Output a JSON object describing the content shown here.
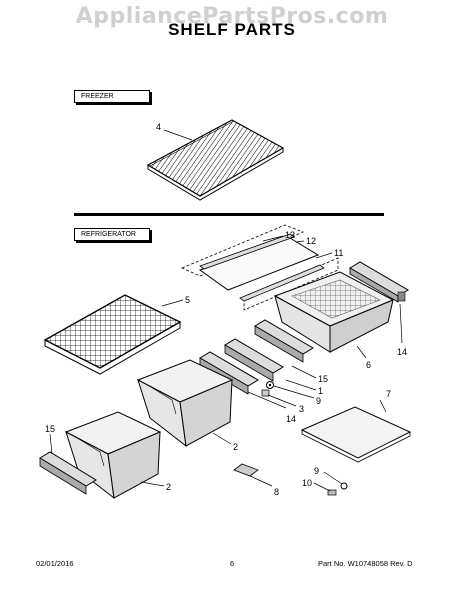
{
  "watermark": "AppliancePartsPros.com",
  "title": "SHELF PARTS",
  "sections": {
    "freezer": "FREEZER",
    "refrigerator": "REFRIGERATOR"
  },
  "callouts": {
    "c4": "4",
    "c13": "13",
    "c12": "12",
    "c11": "11",
    "c5": "5",
    "c15a": "15",
    "c6": "6",
    "c14a": "14",
    "c1": "1",
    "c9a": "9",
    "c3": "3",
    "c14b": "14",
    "c7": "7",
    "c15b": "15",
    "c2a": "2",
    "c2b": "2",
    "c9b": "9",
    "c10": "10",
    "c8": "8"
  },
  "footer": {
    "date": "02/01/2016",
    "page": "6",
    "part_no": "Part No.  W10748058  Rev. D"
  }
}
